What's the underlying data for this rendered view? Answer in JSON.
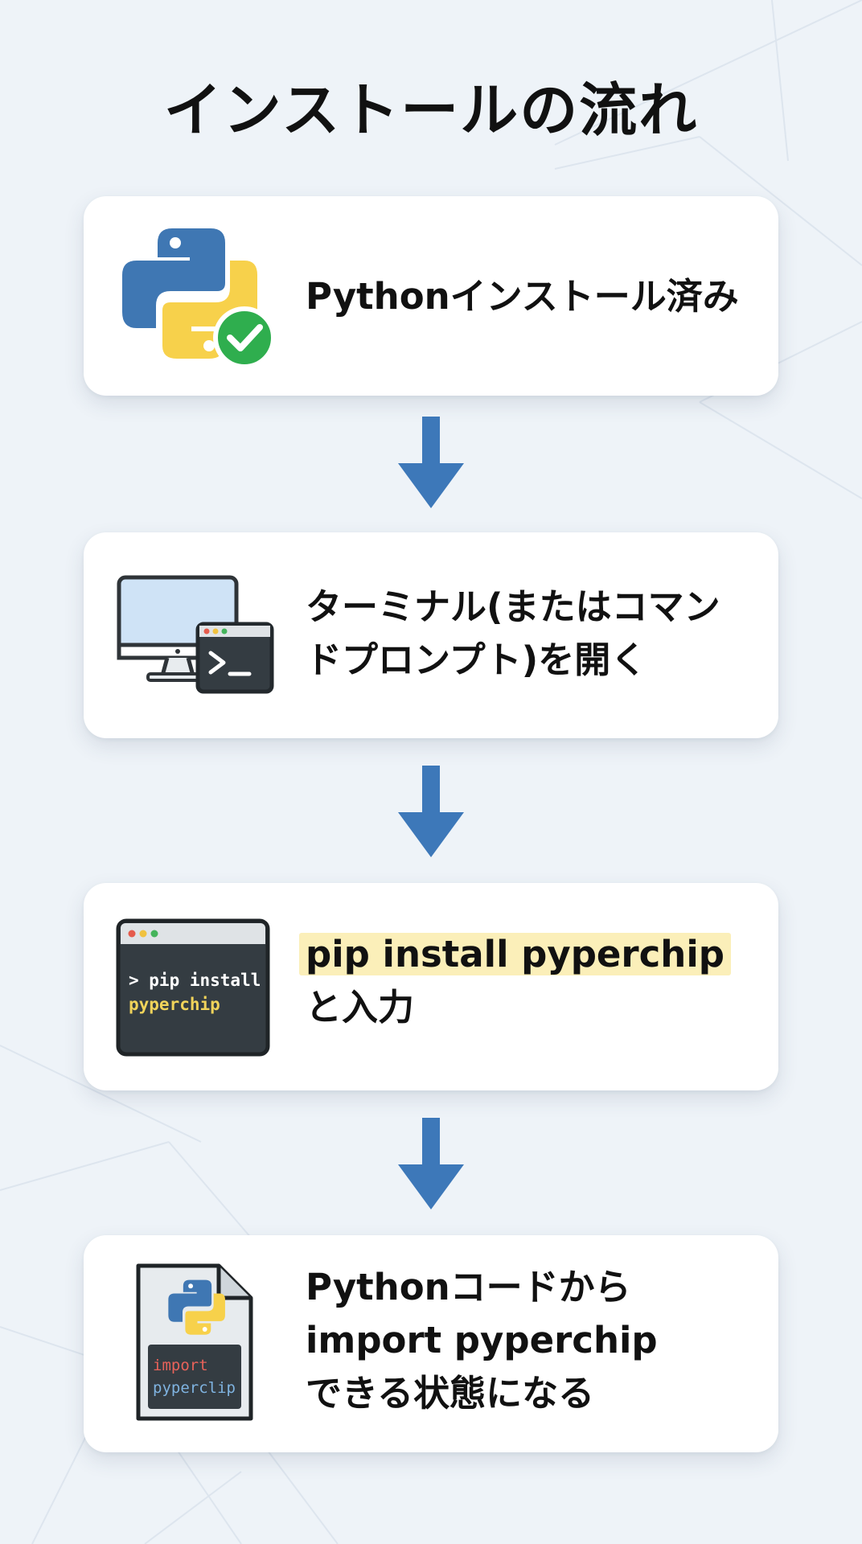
{
  "title": "インストールの流れ",
  "steps": [
    {
      "icon": "python-check-icon",
      "text": "Pythonインストール済み"
    },
    {
      "icon": "computer-terminal-icon",
      "text_line1": "ターミナル(またはコマン",
      "text_line2": "ドプロンプト)を開く"
    },
    {
      "icon": "terminal-window-icon",
      "terminal_line1": "> pip install",
      "terminal_line2": "pyperchip",
      "command": "pip install pyperchip",
      "suffix": "と入力"
    },
    {
      "icon": "python-file-icon",
      "file_code_line1": "import",
      "file_code_line2": "pyperclip",
      "text_line1": "Pythonコードから",
      "text_line2": "import pyperchip",
      "text_line3": "できる状態になる"
    }
  ],
  "colors": {
    "arrow": "#3d78b9",
    "highlight": "#fbefb9",
    "python_blue": "#3f77b3",
    "python_yellow": "#f7d14b",
    "check_green": "#2fae4e"
  }
}
